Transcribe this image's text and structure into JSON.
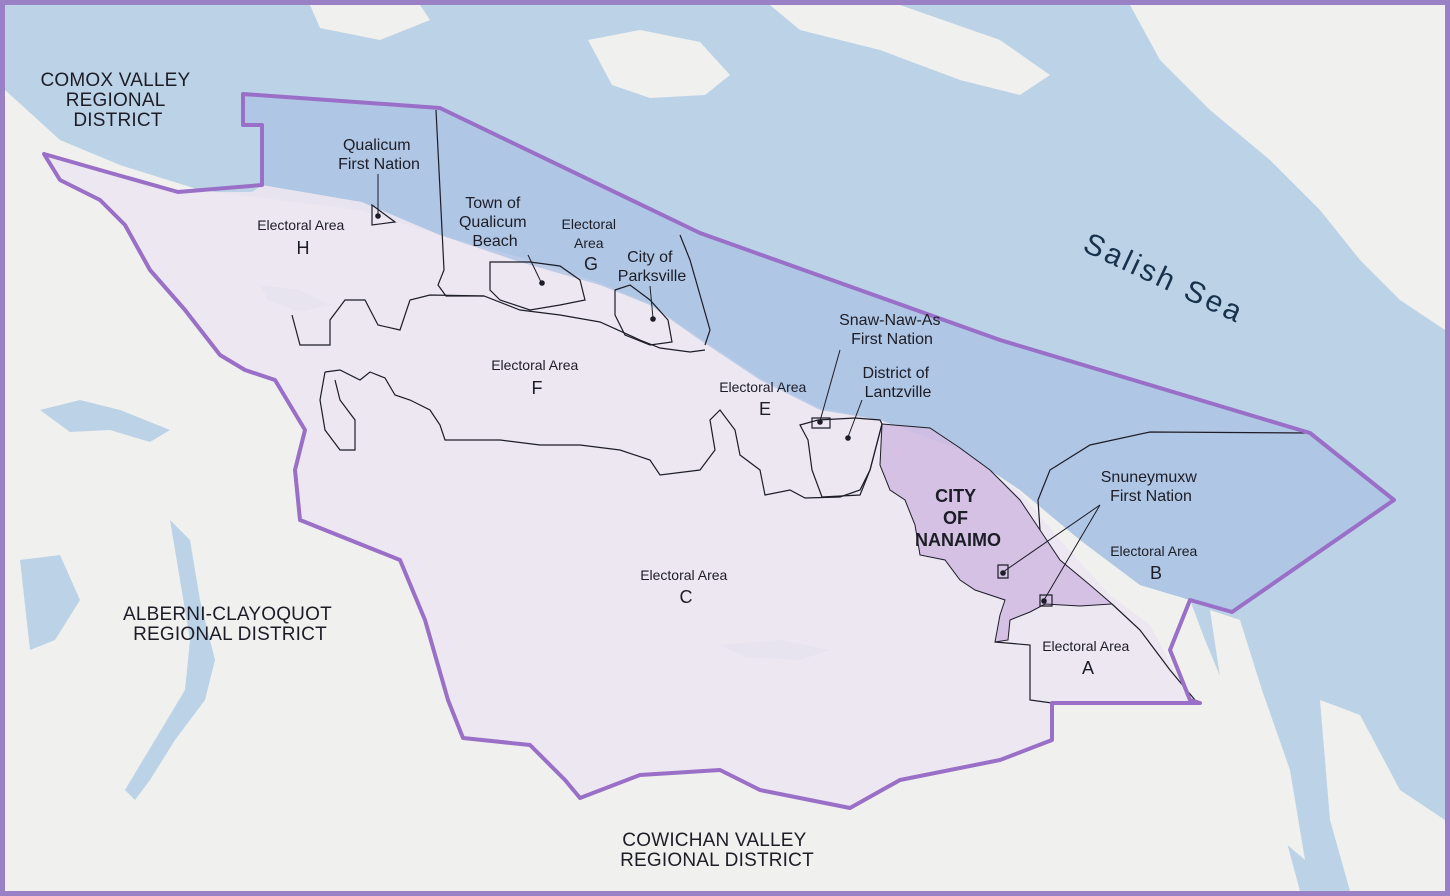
{
  "water_body": {
    "name": "Salish Sea"
  },
  "neighbours": {
    "comox": [
      "COMOX VALLEY",
      "REGIONAL",
      "DISTRICT"
    ],
    "alberni": [
      "ALBERNI-CLAYOQUOT",
      "REGIONAL DISTRICT"
    ],
    "cowichan": [
      "COWICHAN VALLEY",
      "REGIONAL DISTRICT"
    ]
  },
  "electoral_areas": {
    "caption": "Electoral Area",
    "A": "A",
    "B": "B",
    "C": "C",
    "E": "E",
    "F": "F",
    "G": "G",
    "H": "H"
  },
  "area_g_caption": [
    "Electoral",
    "Area"
  ],
  "places": {
    "qualicum_fn": [
      "Qualicum",
      "First Nation"
    ],
    "qualicum_beach": [
      "Town of",
      "Qualicum",
      "Beach"
    ],
    "parksville": [
      "City of",
      "Parksville"
    ],
    "snaw_naw_as": [
      "Snaw-Naw-As",
      "First Nation"
    ],
    "lantzville": [
      "District of",
      "Lantzville"
    ],
    "snuneymuxw": [
      "Snuneymuxw",
      "First Nation"
    ]
  },
  "city": [
    "CITY",
    "OF",
    "NANAIMO"
  ],
  "colors": {
    "water": "#bcd3e7",
    "land": "#f0f0ee",
    "region_land": "#ebe5f1",
    "region_water": "#a9c1e2",
    "city_fill": "#d2bce2",
    "boundary": "#9a6fc8",
    "frame": "#9a80c4"
  }
}
